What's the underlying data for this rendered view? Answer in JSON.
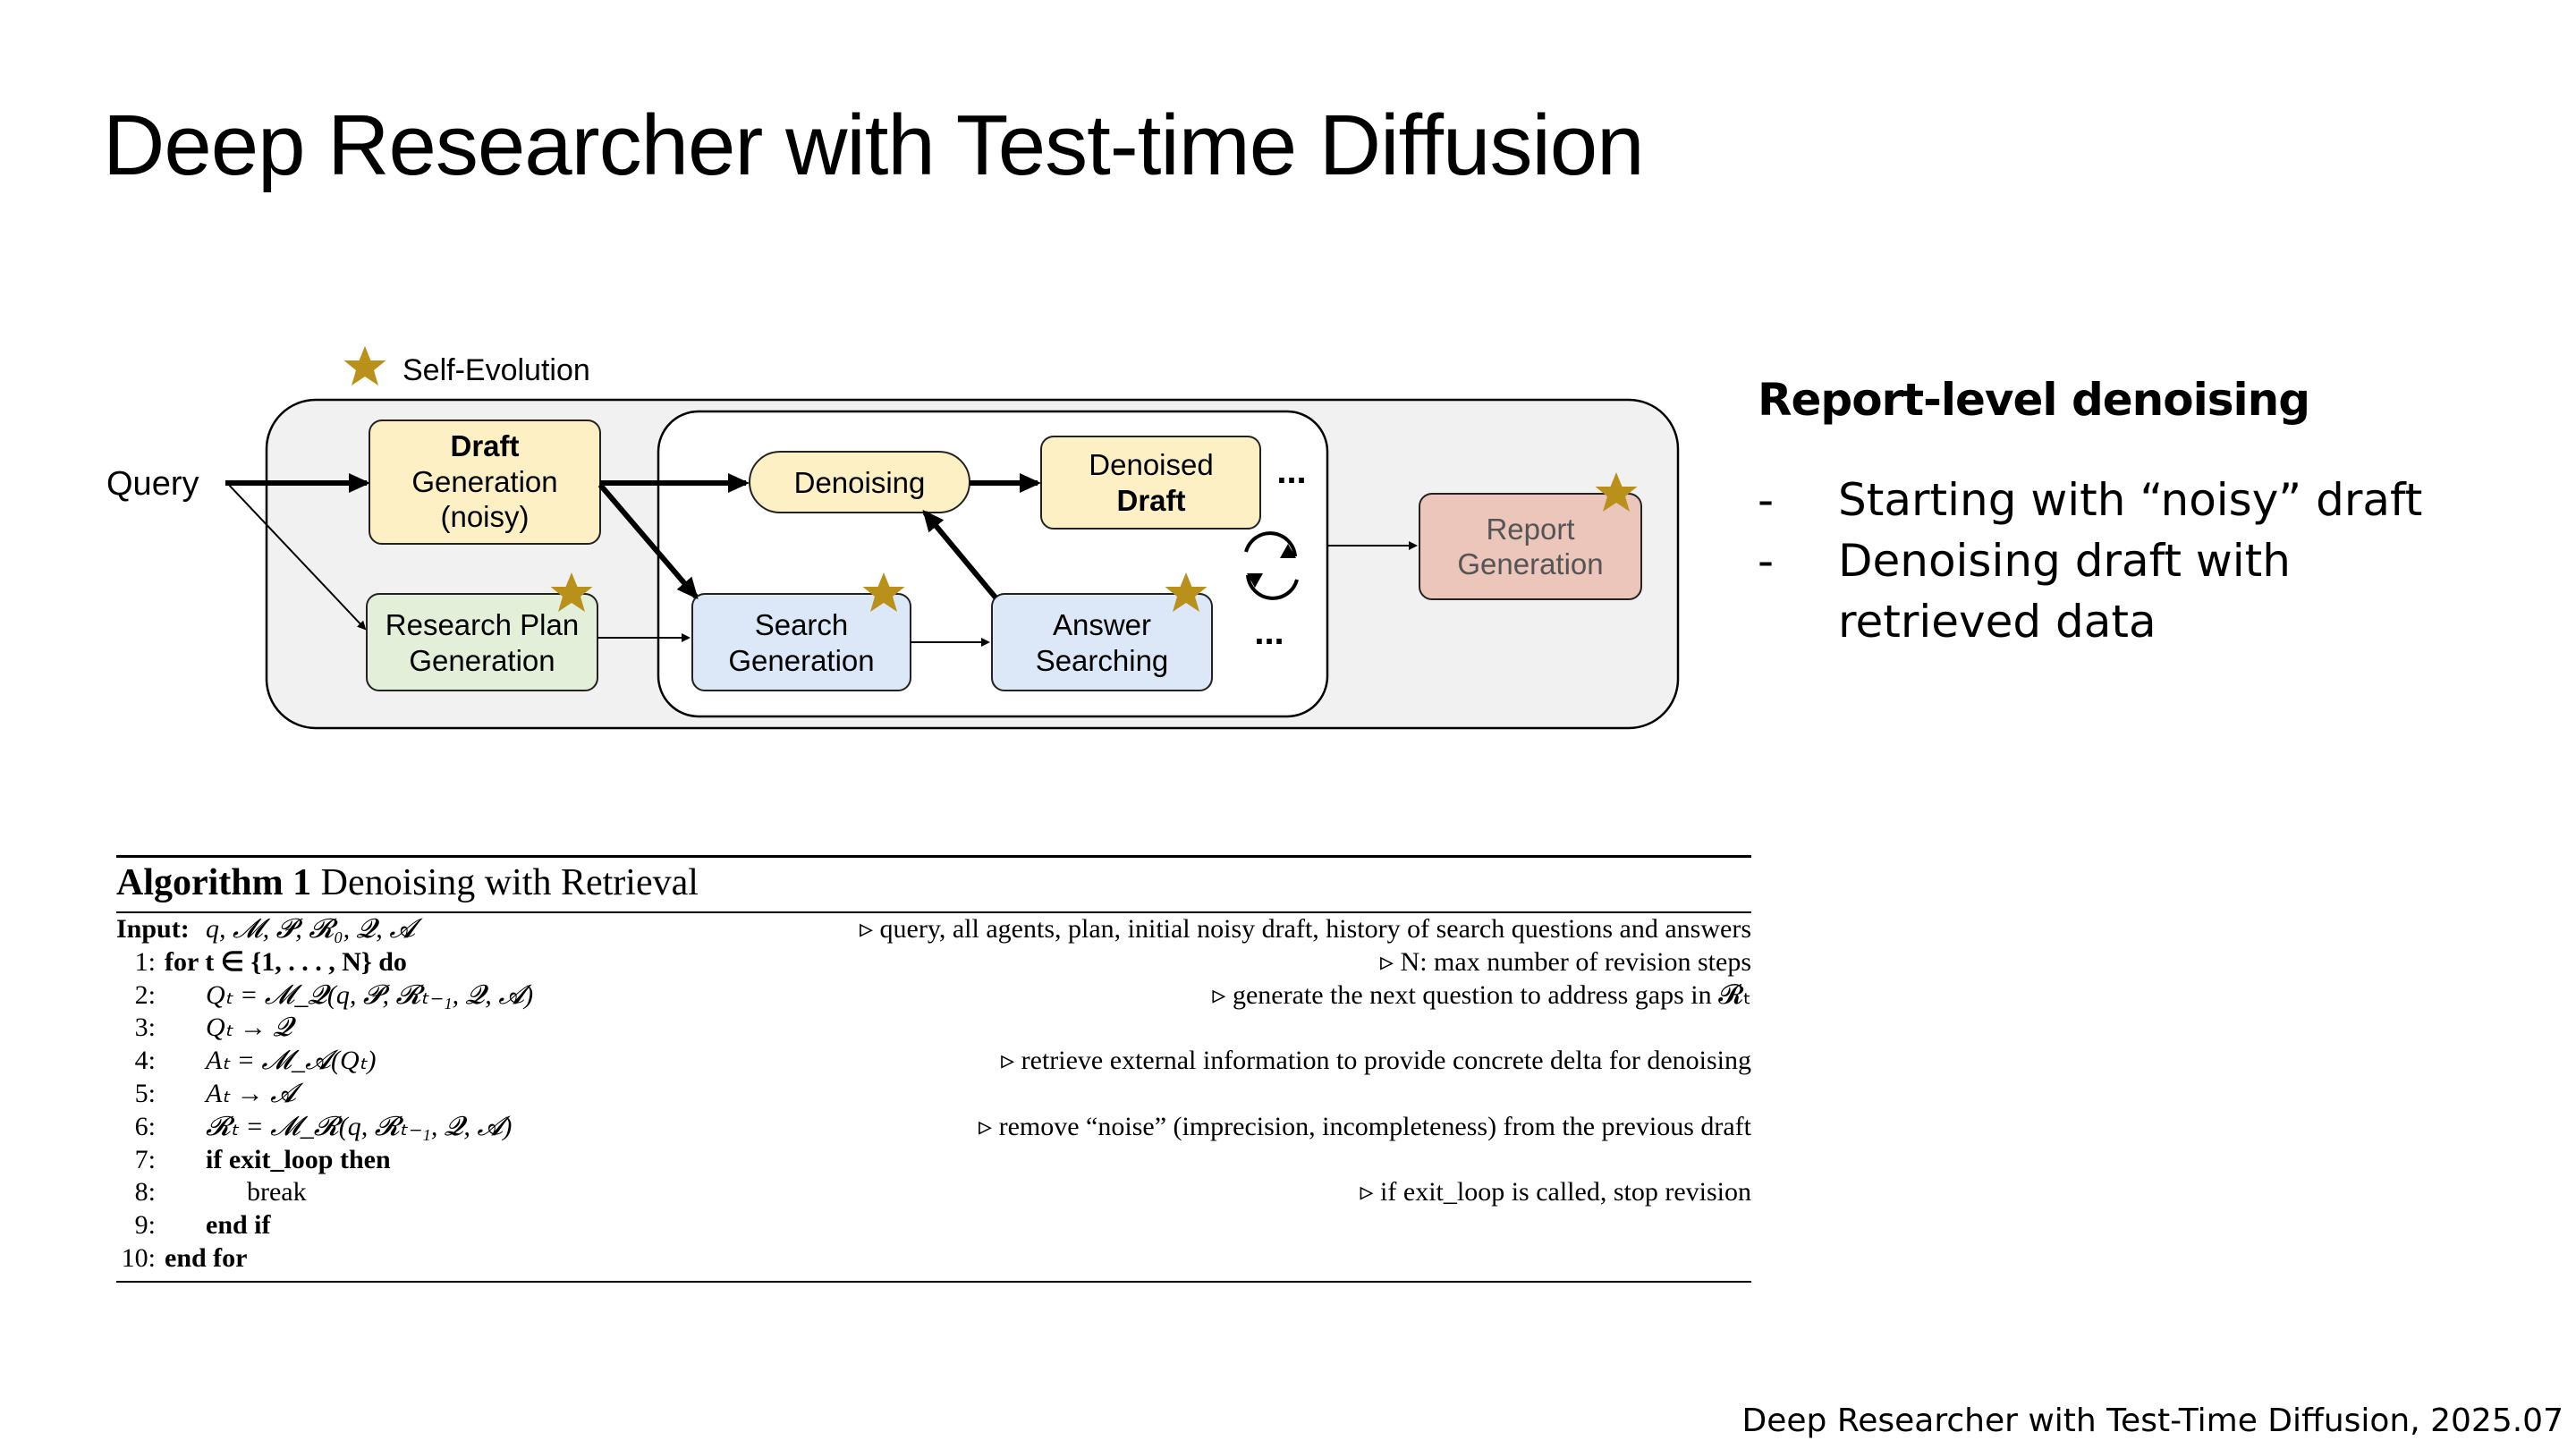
{
  "slide": {
    "title": "Deep Researcher with Test-time Diffusion",
    "footer": "Deep Researcher with Test-Time Diffusion, 2025.07"
  },
  "diagram": {
    "legend": "Self-Evolution",
    "query": "Query",
    "draft_gen": {
      "line1": "Draft",
      "line2": "Generation",
      "line3": "(noisy)"
    },
    "research_plan": {
      "line1": "Research Plan",
      "line2": "Generation"
    },
    "denoising": "Denoising",
    "denoised_draft": {
      "line1": "Denoised",
      "line2": "Draft"
    },
    "search_gen": {
      "line1": "Search",
      "line2": "Generation"
    },
    "answer_search": {
      "line1": "Answer",
      "line2": "Searching"
    },
    "report_gen": {
      "line1": "Report",
      "line2": "Generation"
    },
    "ellipsis": "...",
    "colors": {
      "draft": "#fdf0c4",
      "plan": "#e3efd9",
      "search": "#dce8f7",
      "report": "#ecc6ba",
      "star": "#b8901a",
      "outer_bg": "#f1f1f1"
    }
  },
  "side": {
    "heading": "Report-level denoising",
    "bullets": [
      {
        "dash": "-",
        "text": "Starting with “noisy” draft"
      },
      {
        "dash": "-",
        "text": "Denoising draft with retrieved data"
      }
    ]
  },
  "algorithm": {
    "label": "Algorithm 1",
    "name": "Denoising with Retrieval",
    "input_label": "Input:",
    "input_vars": "q, 𝓜, 𝓟, 𝓡₀, 𝓠, 𝓐",
    "input_comment": "▹ query, all agents, plan, initial noisy draft, history of search questions and answers",
    "lines": [
      {
        "num": "1:",
        "code": "for t ∈ {1, . . . , N} do",
        "comment": "▹ N: max number of revision steps"
      },
      {
        "num": "2:",
        "code": "Qₜ = 𝓜_𝓠(q, 𝓟, 𝓡ₜ₋₁, 𝓠, 𝓐)",
        "comment": "▹ generate the next question to address gaps in 𝓡ₜ"
      },
      {
        "num": "3:",
        "code": "Qₜ → 𝓠",
        "comment": ""
      },
      {
        "num": "4:",
        "code": "Aₜ = 𝓜_𝓐(Qₜ)",
        "comment": "▹ retrieve external information to provide concrete delta for denoising"
      },
      {
        "num": "5:",
        "code": "Aₜ → 𝓐",
        "comment": ""
      },
      {
        "num": "6:",
        "code": "𝓡ₜ = 𝓜_𝓡(q, 𝓡ₜ₋₁, 𝓠, 𝓐)",
        "comment": "▹ remove “noise” (imprecision, incompleteness) from the previous draft"
      },
      {
        "num": "7:",
        "code": "if exit_loop then",
        "comment": ""
      },
      {
        "num": "8:",
        "code": "break",
        "comment": "▹ if exit_loop is called, stop revision"
      },
      {
        "num": "9:",
        "code": "end if",
        "comment": ""
      },
      {
        "num": "10:",
        "code": "end for",
        "comment": ""
      }
    ]
  }
}
